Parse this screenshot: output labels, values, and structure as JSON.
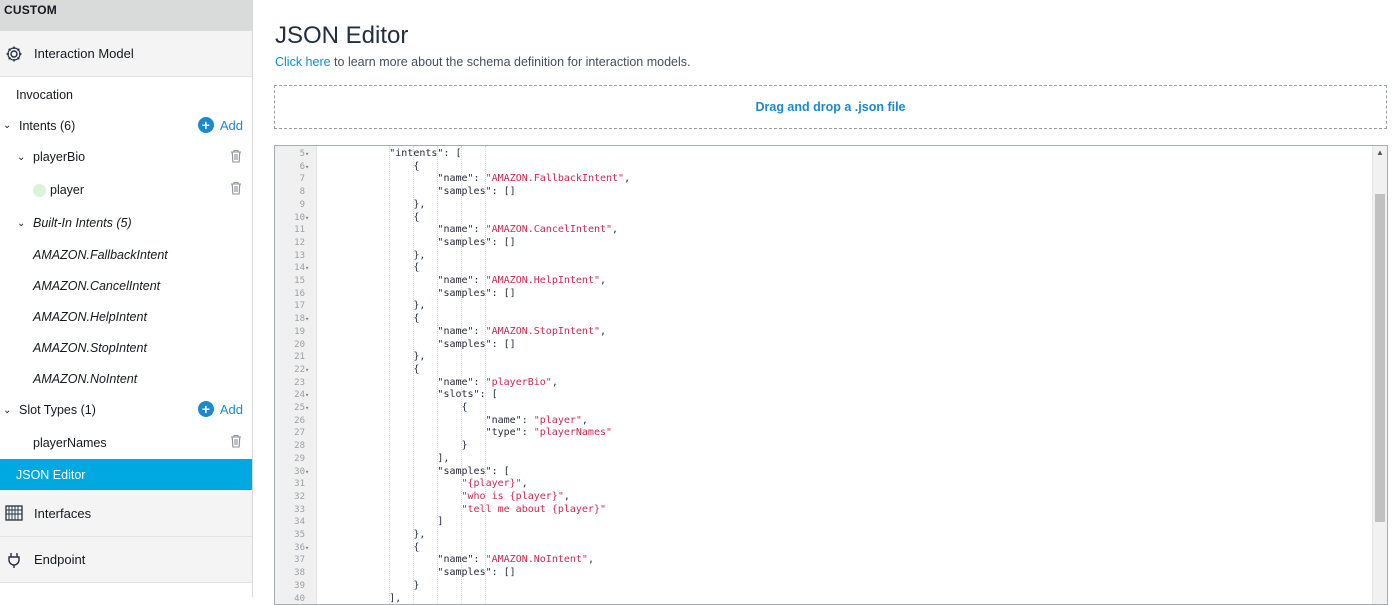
{
  "sidebar": {
    "header": "CUSTOM",
    "interaction_model": "Interaction Model",
    "invocation": "Invocation",
    "intents_label": "Intents (6)",
    "add_label": "Add",
    "intent_playerbio": "playerBio",
    "slot_player": "player",
    "builtin_label": "Built-In Intents (5)",
    "builtin_items": [
      "AMAZON.FallbackIntent",
      "AMAZON.CancelIntent",
      "AMAZON.HelpIntent",
      "AMAZON.StopIntent",
      "AMAZON.NoIntent"
    ],
    "slot_types_label": "Slot Types (1)",
    "slot_type_playernames": "playerNames",
    "json_editor": "JSON Editor",
    "interfaces": "Interfaces",
    "endpoint": "Endpoint"
  },
  "main": {
    "title": "JSON Editor",
    "link_text": "Click here",
    "subtext": " to learn more about the schema definition for interaction models.",
    "dropzone": "Drag and drop a .json file"
  },
  "editor": {
    "lines": [
      {
        "n": "5",
        "fold": true,
        "text": "            \"intents\": ["
      },
      {
        "n": "6",
        "fold": true,
        "text": "                {"
      },
      {
        "n": "7",
        "fold": false,
        "text": "                    \"name\": \"AMAZON.FallbackIntent\","
      },
      {
        "n": "8",
        "fold": false,
        "text": "                    \"samples\": []"
      },
      {
        "n": "9",
        "fold": false,
        "text": "                },"
      },
      {
        "n": "10",
        "fold": true,
        "text": "                {"
      },
      {
        "n": "11",
        "fold": false,
        "text": "                    \"name\": \"AMAZON.CancelIntent\","
      },
      {
        "n": "12",
        "fold": false,
        "text": "                    \"samples\": []"
      },
      {
        "n": "13",
        "fold": false,
        "text": "                },"
      },
      {
        "n": "14",
        "fold": true,
        "text": "                {"
      },
      {
        "n": "15",
        "fold": false,
        "text": "                    \"name\": \"AMAZON.HelpIntent\","
      },
      {
        "n": "16",
        "fold": false,
        "text": "                    \"samples\": []"
      },
      {
        "n": "17",
        "fold": false,
        "text": "                },"
      },
      {
        "n": "18",
        "fold": true,
        "text": "                {"
      },
      {
        "n": "19",
        "fold": false,
        "text": "                    \"name\": \"AMAZON.StopIntent\","
      },
      {
        "n": "20",
        "fold": false,
        "text": "                    \"samples\": []"
      },
      {
        "n": "21",
        "fold": false,
        "text": "                },"
      },
      {
        "n": "22",
        "fold": true,
        "text": "                {"
      },
      {
        "n": "23",
        "fold": false,
        "text": "                    \"name\": \"playerBio\","
      },
      {
        "n": "24",
        "fold": true,
        "text": "                    \"slots\": ["
      },
      {
        "n": "25",
        "fold": true,
        "text": "                        {"
      },
      {
        "n": "26",
        "fold": false,
        "text": "                            \"name\": \"player\","
      },
      {
        "n": "27",
        "fold": false,
        "text": "                            \"type\": \"playerNames\""
      },
      {
        "n": "28",
        "fold": false,
        "text": "                        }"
      },
      {
        "n": "29",
        "fold": false,
        "text": "                    ],"
      },
      {
        "n": "30",
        "fold": true,
        "text": "                    \"samples\": ["
      },
      {
        "n": "31",
        "fold": false,
        "text": "                        \"{player}\","
      },
      {
        "n": "32",
        "fold": false,
        "text": "                        \"who is {player}\","
      },
      {
        "n": "33",
        "fold": false,
        "text": "                        \"tell me about {player}\""
      },
      {
        "n": "34",
        "fold": false,
        "text": "                    ]"
      },
      {
        "n": "35",
        "fold": false,
        "text": "                },"
      },
      {
        "n": "36",
        "fold": true,
        "text": "                {"
      },
      {
        "n": "37",
        "fold": false,
        "text": "                    \"name\": \"AMAZON.NoIntent\","
      },
      {
        "n": "38",
        "fold": false,
        "text": "                    \"samples\": []"
      },
      {
        "n": "39",
        "fold": false,
        "text": "                }"
      },
      {
        "n": "40",
        "fold": false,
        "text": "            ],"
      }
    ]
  },
  "colors": {
    "accent": "#00a8e1",
    "link": "#0d8ed9",
    "string": "#cc2952"
  }
}
